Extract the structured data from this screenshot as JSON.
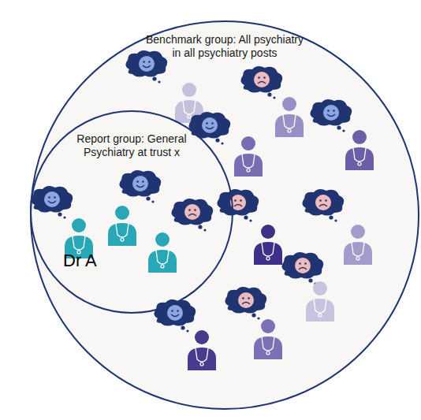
{
  "diagram": {
    "nodes": [
      {
        "text": [
          "Benchmark group: All psychiatry in all psychiatry posts"
        ]
      },
      {
        "text": [
          "Report group: General Psychiatry at trust x"
        ],
        "in": 0
      }
    ],
    "labels": [
      "Dr A"
    ]
  }
}
